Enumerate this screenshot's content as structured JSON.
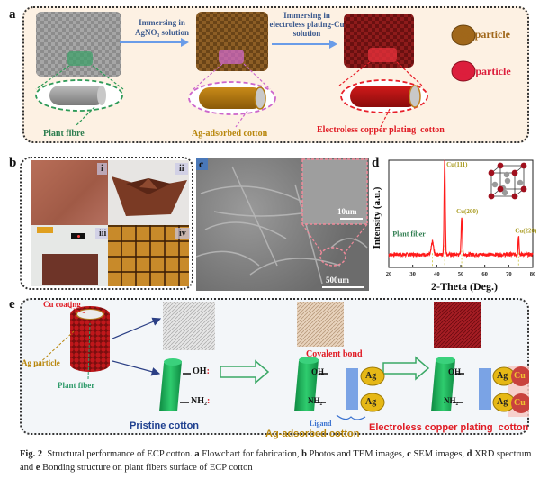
{
  "panels": {
    "a": {
      "label": "a",
      "step1": {
        "line1": "Immersing in",
        "line2": "AgNO₃ solution"
      },
      "step2": {
        "line1": "Immersing in",
        "line2": "electroless plating-Cu",
        "line3": "solution"
      },
      "plant_fibre": "Plant fibre",
      "ag_cotton": "Ag-adsorbed cotton",
      "cu_cotton": "Electroless copper plating  cotton",
      "legend": [
        {
          "label": "Ag particle",
          "color": "#a0671a"
        },
        {
          "label": "Cu particle",
          "color": "#dc1e3c"
        }
      ]
    },
    "b": {
      "label": "b",
      "subpanels": [
        "i",
        "ii",
        "iii",
        "iv"
      ]
    },
    "c": {
      "label": "c",
      "scale_inset": "10um",
      "scale_main": "500um"
    },
    "d": {
      "label": "d"
    },
    "e": {
      "label": "e",
      "cu_coating": "Cu coating",
      "ag_particle": "Ag particle",
      "plant_fiber": "Plant fiber",
      "oh": "OH",
      "nh2": "NH₂",
      "pristine": "Pristine cotton",
      "covalent": "Covalent bond",
      "ag": "Ag",
      "cu": "Cu",
      "ligand": "Ligand",
      "ag_cotton": "Ag-adsorbed cotton",
      "cu_cotton": "Electroless copper plating  cotton"
    }
  },
  "colors": {
    "panel_a_bg": "#fdf1e3",
    "panel_e_bg": "#f3f6f9",
    "xrd_line": "#ff1a1a",
    "cu_label": "#a89a1e",
    "plant_label": "#2e7d4f",
    "ag_text": "#b8860b",
    "cu_text": "#e01b24",
    "pristine_text": "#1d3f8f"
  },
  "chart_data": {
    "type": "line",
    "title": "",
    "xlabel": "2-Theta (Deg.)",
    "ylabel": "Intensity (a.u.)",
    "xlim": [
      20,
      80
    ],
    "xticks": [
      20,
      30,
      40,
      50,
      60,
      70,
      80
    ],
    "ylim": [
      0,
      1
    ],
    "grid": false,
    "baseline": 0.12,
    "peaks": [
      {
        "x": 38.2,
        "height": 0.12,
        "width": 0.6,
        "label": "Plant fiber"
      },
      {
        "x": 43.3,
        "height": 0.88,
        "width": 0.35,
        "label": "Cu(111)"
      },
      {
        "x": 50.4,
        "height": 0.36,
        "width": 0.35,
        "label": "Cu(200)"
      },
      {
        "x": 74.1,
        "height": 0.18,
        "width": 0.3,
        "label": "Cu(220)"
      }
    ],
    "caption": {
      "fig": "Fig. 2",
      "text_parts": [
        {
          "b": false,
          "t": "  Structural performance of ECP cotton. "
        },
        {
          "b": true,
          "t": "a"
        },
        {
          "b": false,
          "t": " Flowchart for fabrication, "
        },
        {
          "b": true,
          "t": "b"
        },
        {
          "b": false,
          "t": " Photos and TEM images, "
        },
        {
          "b": true,
          "t": "c"
        },
        {
          "b": false,
          "t": " SEM images, "
        },
        {
          "b": true,
          "t": "d"
        },
        {
          "b": false,
          "t": " XRD spectrum and "
        },
        {
          "b": true,
          "t": "e"
        },
        {
          "b": false,
          "t": " Bonding structure on plant fibers surface of ECP cotton"
        }
      ]
    }
  }
}
